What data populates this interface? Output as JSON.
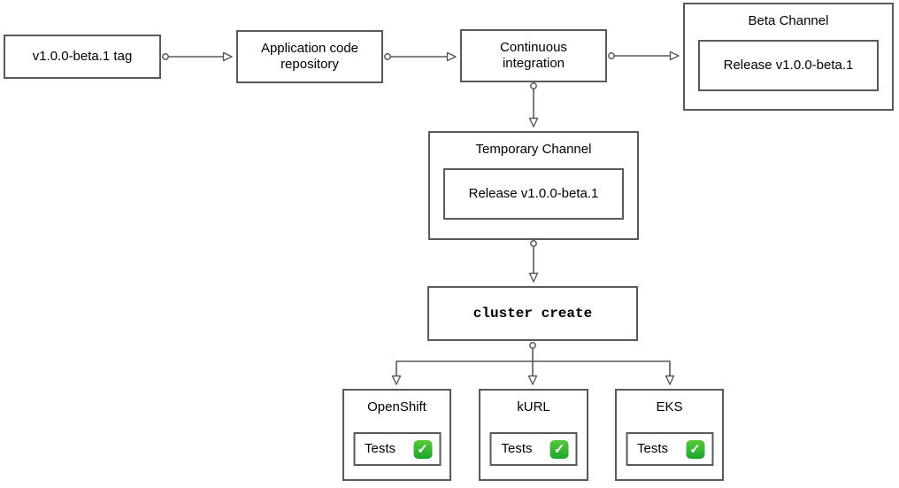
{
  "diagram": {
    "type": "flowchart",
    "colors": {
      "box_border": "#595959",
      "connector": "#595959",
      "background": "#ffffff",
      "text": "#000000",
      "check_green": "#2bae2f"
    },
    "nodes": {
      "tag": {
        "label": "v1.0.0-beta.1 tag"
      },
      "repo": {
        "label": "Application code repository"
      },
      "ci": {
        "label": "Continuous integration"
      },
      "beta_channel": {
        "title": "Beta Channel",
        "release": "Release v1.0.0-beta.1"
      },
      "temp_channel": {
        "title": "Temporary Channel",
        "release": "Release v1.0.0-beta.1"
      },
      "cluster_create": {
        "label": "cluster create"
      },
      "openshift": {
        "title": "OpenShift",
        "tests_label": "Tests",
        "status_icon": "check-mark-button-icon",
        "check_glyph": "✓"
      },
      "kurl": {
        "title": "kURL",
        "tests_label": "Tests",
        "status_icon": "check-mark-button-icon",
        "check_glyph": "✓"
      },
      "eks": {
        "title": "EKS",
        "tests_label": "Tests",
        "status_icon": "check-mark-button-icon",
        "check_glyph": "✓"
      }
    },
    "connections": [
      {
        "from": "v1.0.0-beta.1 tag",
        "to": "Application code repository"
      },
      {
        "from": "Application code repository",
        "to": "Continuous integration"
      },
      {
        "from": "Continuous integration",
        "to": "Beta Channel"
      },
      {
        "from": "Continuous integration",
        "to": "Temporary Channel"
      },
      {
        "from": "Temporary Channel",
        "to": "cluster create"
      },
      {
        "from": "cluster create",
        "to": "OpenShift"
      },
      {
        "from": "cluster create",
        "to": "kURL"
      },
      {
        "from": "cluster create",
        "to": "EKS"
      }
    ]
  }
}
